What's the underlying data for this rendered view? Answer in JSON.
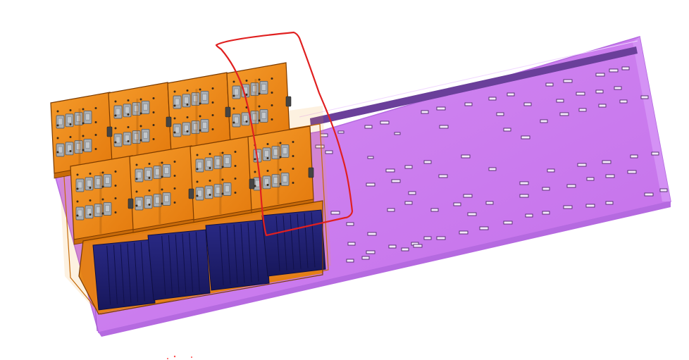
{
  "scene": {
    "background": "#ffffff",
    "module_columns": 4,
    "module_rows": 2,
    "top_tier_rows": 2,
    "highlight_color": "#e02020"
  },
  "colors": {
    "plate_face": "#cc7af0",
    "plate_edge": "#a95bd2",
    "plate_rail": "#6a3f9a",
    "slot_dark": "#4d2b67",
    "slot_light": "#f6e9ff",
    "module_orange": "#e57f0f",
    "module_edge": "#7a3a00",
    "cell_blue": "#20206f",
    "cell_gap": "#11114a",
    "terminal_gray": "#a9adb1",
    "terminal_edge": "#5d6166"
  }
}
